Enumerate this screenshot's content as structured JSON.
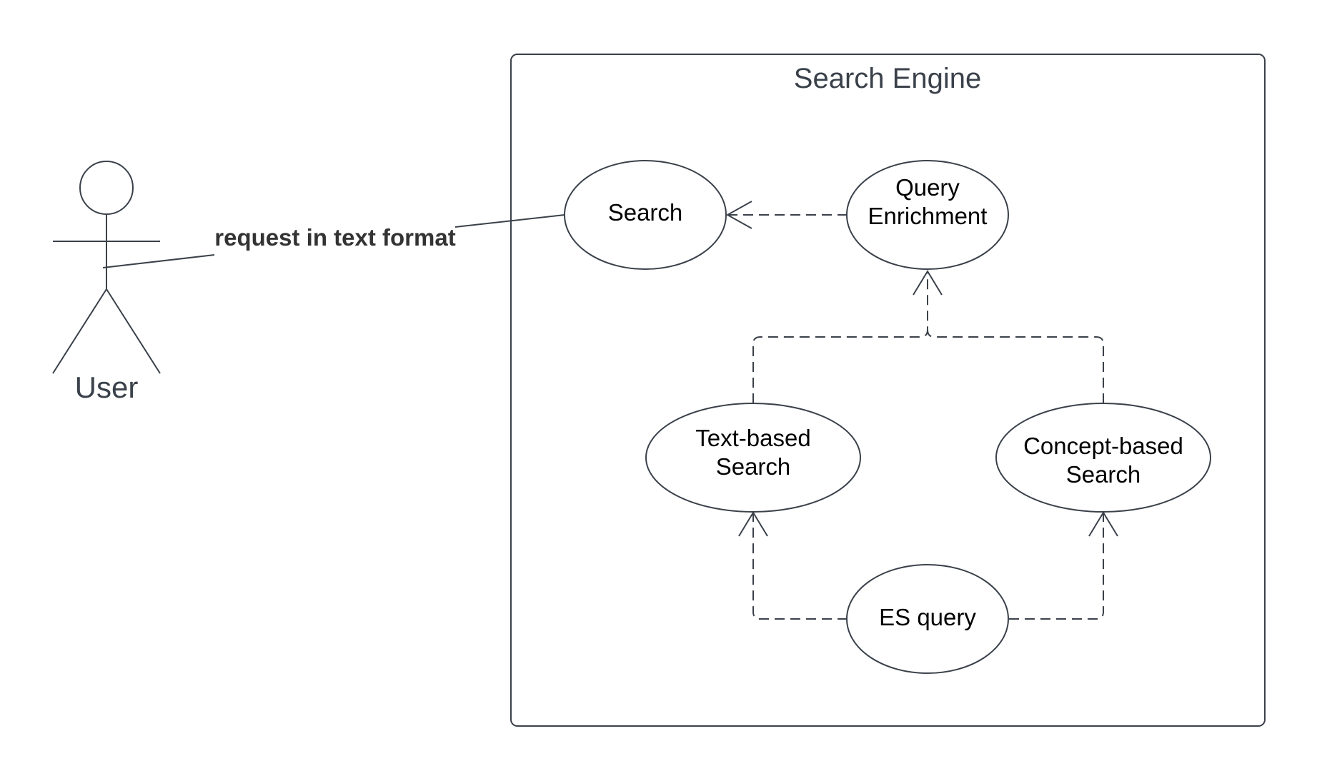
{
  "system": {
    "title": "Search Engine"
  },
  "actor": {
    "name": "User"
  },
  "association": {
    "label": "request in text format"
  },
  "use_cases": {
    "search": {
      "line1": "Search"
    },
    "query_enrichment": {
      "line1": "Query",
      "line2": "Enrichment"
    },
    "text_based_search": {
      "line1": "Text-based",
      "line2": "Search"
    },
    "concept_based_search": {
      "line1": "Concept-based",
      "line2": "Search"
    },
    "es_query": {
      "line1": "ES query"
    }
  },
  "colors": {
    "stroke": "#3a414a",
    "text": "#000000",
    "background": "#ffffff"
  }
}
